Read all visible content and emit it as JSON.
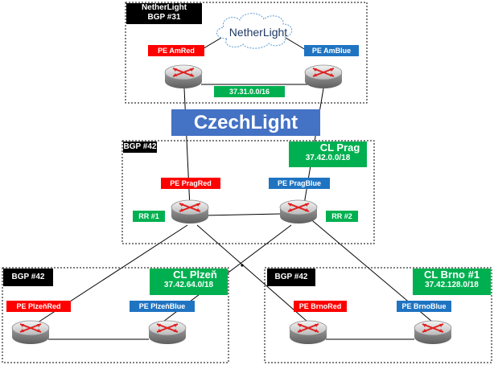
{
  "domains": {
    "netherlight": {
      "bgp_line1": "NetherLight",
      "bgp_line2": "BGP #31",
      "cloud": "NetherLight",
      "prefix": "37.31.0.0/16"
    },
    "core": {
      "name": "CzechLight"
    },
    "prag": {
      "bgp": "BGP #42",
      "site": "CL Prag",
      "prefix": "37.42.0.0/18",
      "rr1": "RR #1",
      "rr2": "RR #2"
    },
    "plzen": {
      "bgp": "BGP #42",
      "site": "CL Plzeň",
      "prefix": "37.42.64.0/18"
    },
    "brno": {
      "bgp": "BGP #42",
      "site": "CL Brno #1",
      "prefix": "37.42.128.0/18"
    }
  },
  "routers": {
    "amred": "PE AmRed",
    "amblue": "PE AmBlue",
    "pragred": "PE PragRed",
    "pragblue": "PE PragBlue",
    "plzenred": "PE PlzeňRed",
    "plzenblue": "PE PlzeňBlue",
    "brnored": "PE BrnoRed",
    "brnoblue": "PE BrnoBlue"
  },
  "colors": {
    "red_vrf": "#ff0000",
    "blue_vrf": "#1f74c2",
    "prefix_bg": "#00b050",
    "core_bg": "#4472c4",
    "router_arrow": "#e02020"
  },
  "icons": [
    "router-icon",
    "cloud-icon"
  ]
}
